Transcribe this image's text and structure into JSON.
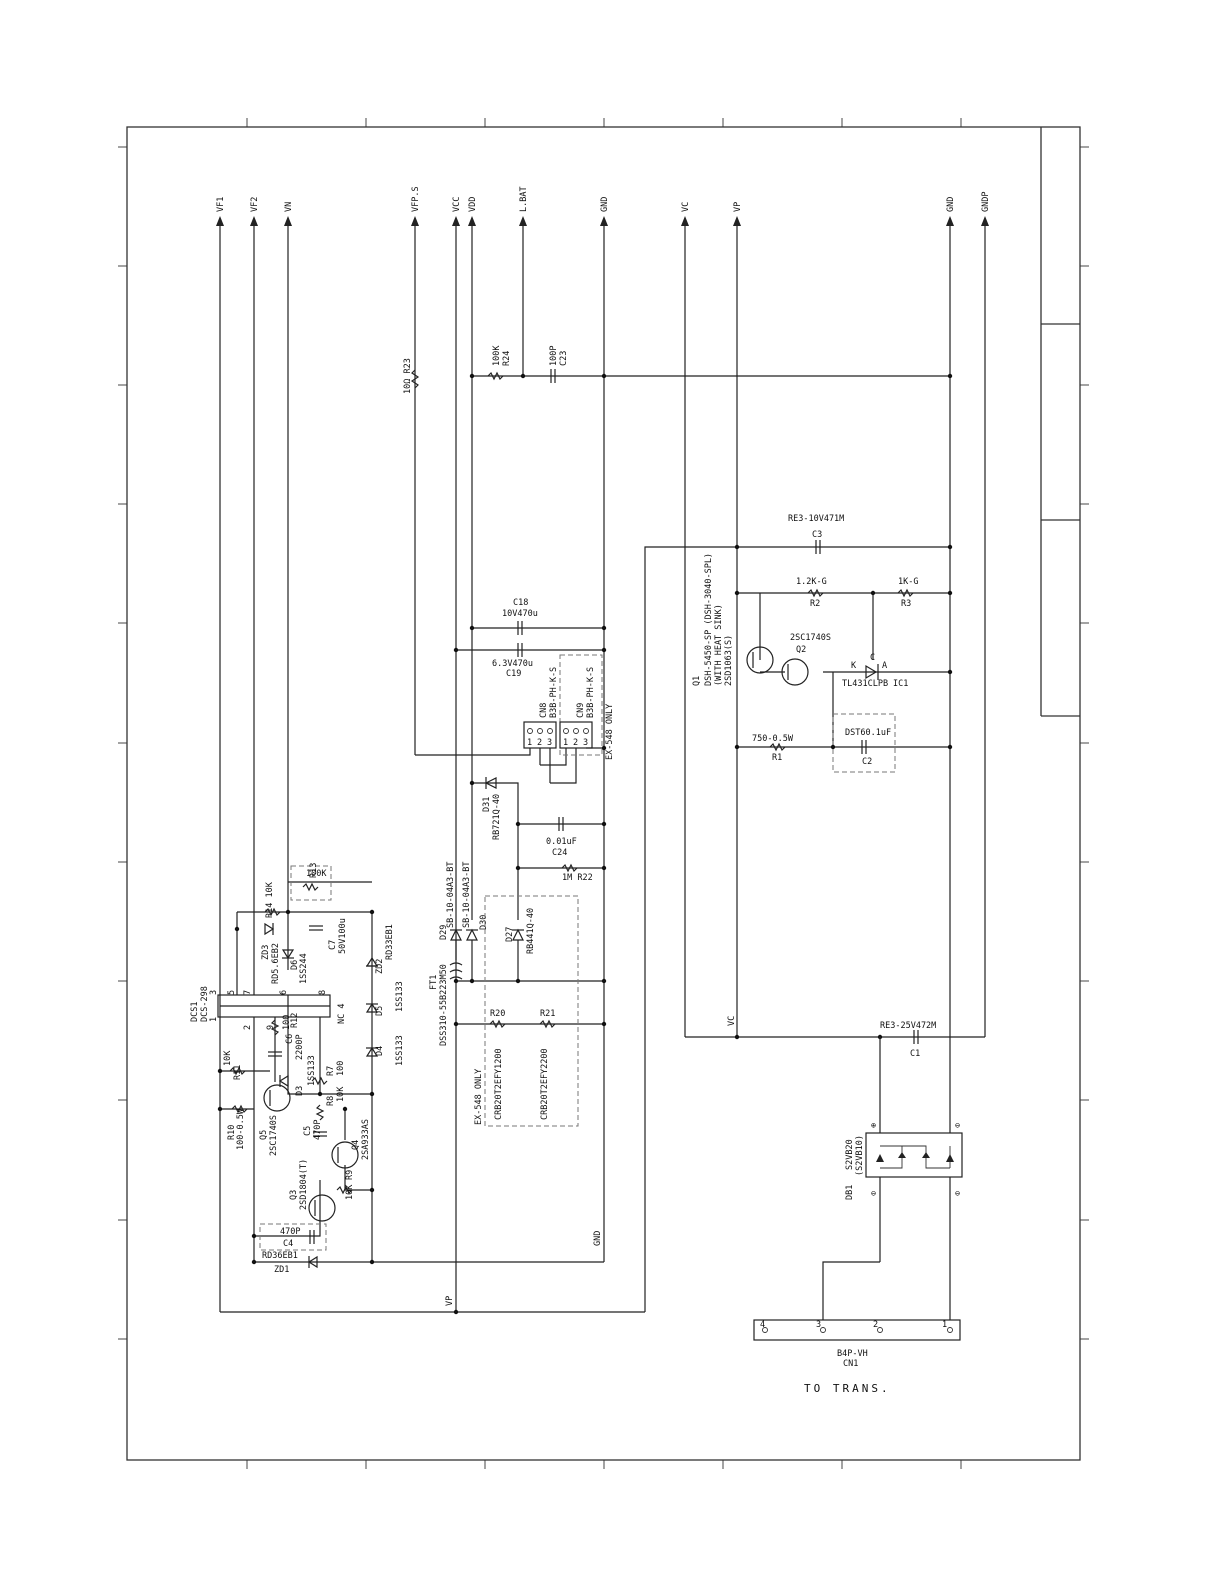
{
  "top_nets": [
    "VF1",
    "VF2",
    "VN",
    "VFP.S",
    "VCC",
    "VDD",
    "L.BAT",
    "GND",
    "VC",
    "VP",
    "GND",
    "GNDP"
  ],
  "bottom_labels": {
    "vp": "VP",
    "gnd": "GND",
    "vc": "VC"
  },
  "connector": {
    "ref": "CN1",
    "part": "B4P-VH",
    "caption": "TO TRANS.",
    "pins": [
      "4",
      "3",
      "2",
      "1"
    ]
  },
  "components": {
    "r23": "10Ω R23",
    "r24_val": "100K",
    "r24_ref": "R24",
    "c23_val": "100P",
    "c23_ref": "C23",
    "c3_val": "RE3-10V471M",
    "c3_ref": "C3",
    "r2_val": "1.2K-G",
    "r2_ref": "R2",
    "r3_val": "1K-G",
    "r3_ref": "R3",
    "q1_ref": "Q1",
    "q1_part": "DSH-5450-SP (DSH-3040-SPL)",
    "q1_note": "(WITH HEAT SINK)",
    "q1_sub": "2SD1063(S)",
    "q2_part": "2SC1740S",
    "q2_ref": "Q2",
    "ic1_part": "TL431CLPB",
    "ic1_ref": "IC1",
    "r1_val": "750-0.5W",
    "r1_ref": "R1",
    "c2_val": "DST60.1uF",
    "c2_ref": "C2",
    "c18_ref": "C18",
    "c18_val": "10V470u",
    "c19_ref": "C19",
    "c19_val": "6.3V470u",
    "cn8_ref": "CN8",
    "cn8_part": "B3B-PH-K-S",
    "cn9_ref": "CN9",
    "cn9_part": "B3B-PH-K-S",
    "ex548_only": "EX-548 ONLY",
    "d31_ref": "D31",
    "d31_part": "RB721Q-40",
    "c24_val": "0.01uF",
    "c24_ref": "C24",
    "r22": "1M R22",
    "d29_ref": "D29",
    "d29_part": "SB-10-04A3-BT",
    "d30_ref": "D30",
    "d30_part": "SB-10-04A3-BT",
    "d27_ref": "D27",
    "d27_part": "RB441Q-40",
    "ft1_ref": "FT1",
    "ft1_part": "DSS310-55B223M50",
    "r20_ref": "R20",
    "r21_ref": "R21",
    "r20_part": "CRB20T2EFY1200",
    "r21_part": "CRB20T2EFY2200",
    "dcs1_ref": "DCS1",
    "dcs1_part": "DCS-298",
    "r13_ref": "R13",
    "r13_val": "100K",
    "r14": "R14 10K",
    "zd3_ref": "ZD3",
    "zd3_part": "RD5.6EB2",
    "d6_ref": "D6",
    "d6_part": "1SS244",
    "c7_val": "50V100u",
    "c7_ref": "C7",
    "zd2_ref": "ZD2",
    "zd2_part": "RD33EB1",
    "d5_ref": "D5",
    "d5_part": "1SS133",
    "d4_ref": "D4",
    "d4_part": "1SS133",
    "nc": "NC 4",
    "r11_ref": "R11",
    "r11_val": "10K",
    "c6_val": "2200P",
    "c6_ref": "C6",
    "r12_ref": "R12",
    "r12_val": "100",
    "d3_ref": "D3",
    "d3_part": "1SS133",
    "r7_ref": "R7",
    "r7_val": "100",
    "r10_ref": "R10",
    "r10_val": "100-0.5W",
    "q5_ref": "Q5",
    "q5_part": "2SC1740S",
    "r8_ref": "R8",
    "r8_val": "10K",
    "c5_ref": "C5",
    "c5_val": "470P",
    "q4_ref": "Q4",
    "q4_part": "2SA933AS",
    "q3_ref": "Q3",
    "q3_part": "2SD1804(T)",
    "r9_ref": "R9",
    "r9_val": "10K",
    "c4_ref": "C4",
    "c4_val": "470P",
    "zd1_ref": "ZD1",
    "zd1_part": "RD36EB1",
    "db1_ref": "DB1",
    "db1_part": "S2VB20",
    "db1_alt": "(S2VB10)",
    "c1_val": "RE3-25V472M",
    "c1_ref": "C1",
    "pins": [
      "1",
      "2",
      "3",
      "4",
      "5",
      "6",
      "7",
      "8",
      "9"
    ]
  }
}
